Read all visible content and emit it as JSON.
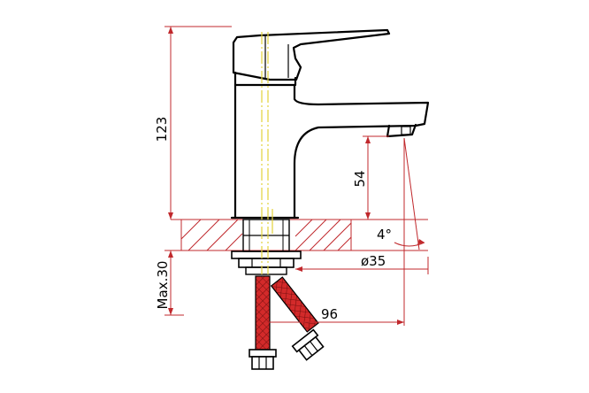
{
  "dimensions": {
    "height_total": "123",
    "spout_clearance": "54",
    "angle": "4°",
    "diameter": "ø35",
    "max_thickness": "Max.30",
    "reach": "96"
  },
  "colors": {
    "dimension_lines": "#c0282c",
    "outline": "#000000",
    "centerline": "#e3d23a",
    "hose_fill": "#d32a2a"
  }
}
